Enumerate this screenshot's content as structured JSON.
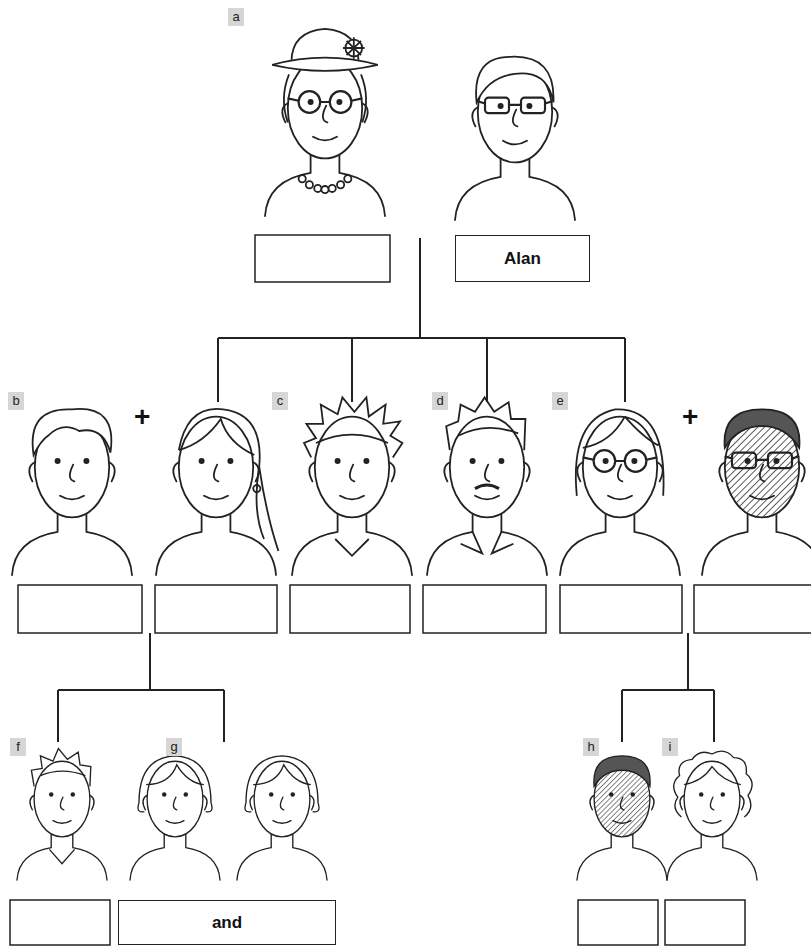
{
  "diagram": {
    "nodes": [
      {
        "text": [
          "Alan"
        ]
      },
      {
        "text": [
          "and"
        ]
      }
    ],
    "labels": [
      "a",
      "b",
      "+",
      "c",
      "d",
      "e",
      "+",
      "f",
      "g",
      "h",
      "i"
    ]
  }
}
